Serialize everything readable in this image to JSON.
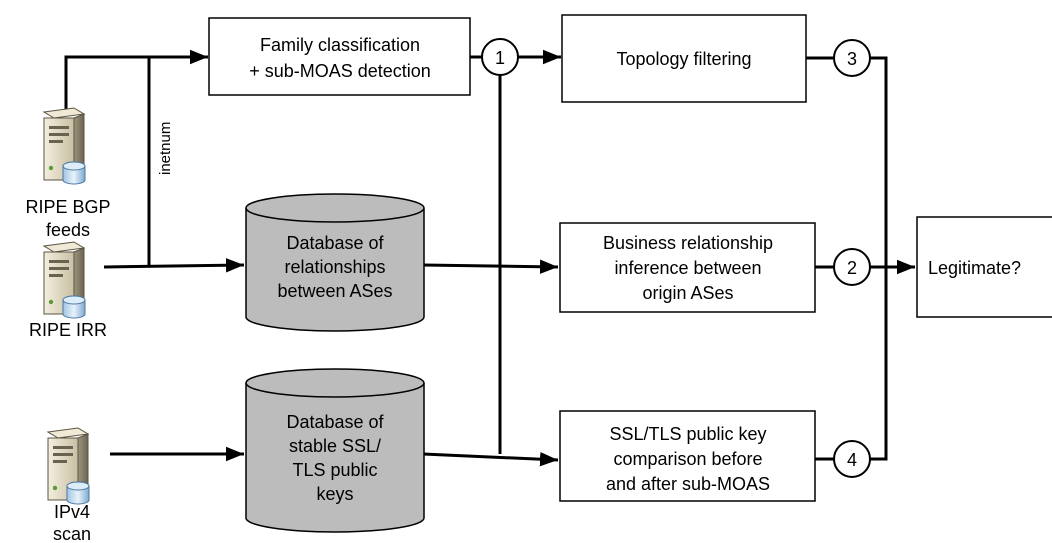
{
  "sources": {
    "bgp": [
      "RIPE BGP",
      "feeds"
    ],
    "irr": "RIPE IRR",
    "scan": [
      "IPv4",
      "scan"
    ],
    "inetnum_label": "inetnum"
  },
  "databases": {
    "relationships": [
      "Database of",
      "relationships",
      "between ASes"
    ],
    "keys": [
      "Database of",
      "stable SSL/",
      "TLS public",
      "keys"
    ]
  },
  "steps": {
    "classification": [
      "Family classification",
      "+ sub-MOAS detection"
    ],
    "topology": "Topology filtering",
    "business": [
      "Business relationship",
      "inference between",
      "origin ASes"
    ],
    "ssl": [
      "SSL/TLS public key",
      "comparison before",
      "and after sub-MOAS"
    ],
    "result": "Legitimate?"
  },
  "markers": [
    "1",
    "2",
    "3",
    "4"
  ],
  "icons": {
    "server": "server-database-icon"
  },
  "colors": {
    "database_fill": "#bcbcbc",
    "line": "#000000"
  }
}
